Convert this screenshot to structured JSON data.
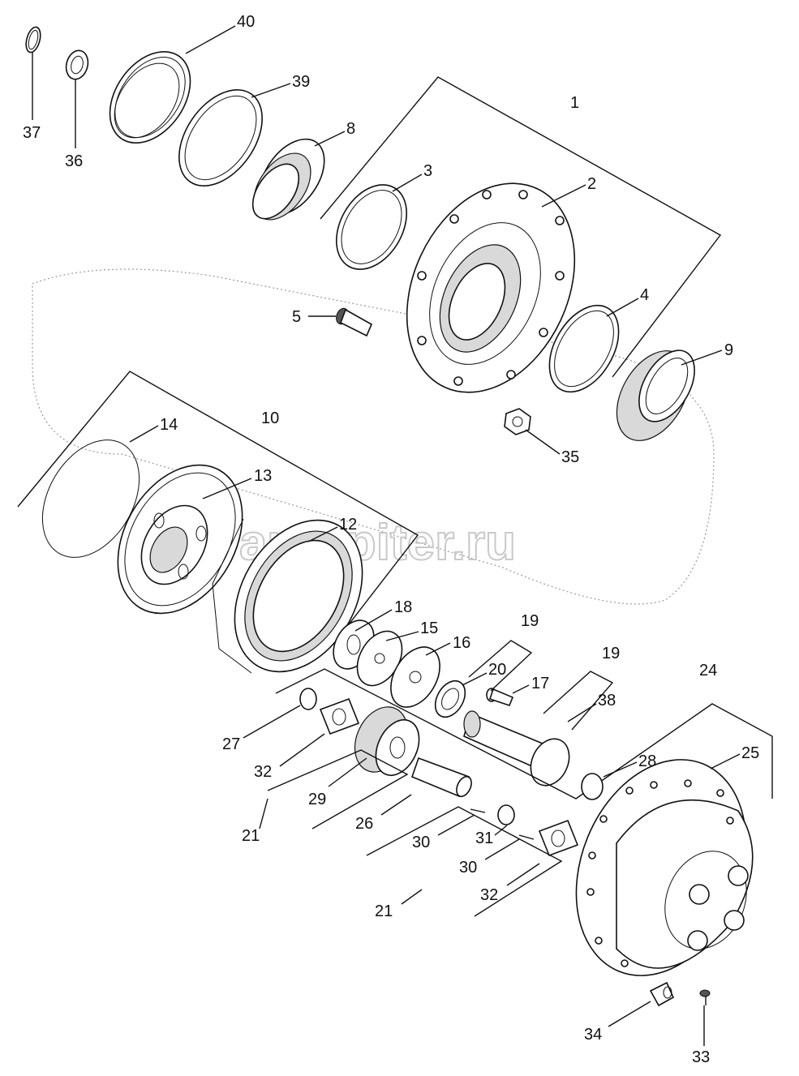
{
  "diagram": {
    "title": "Exploded parts diagram - planetary final drive wheel hub",
    "watermark": "autopiter.ru",
    "callouts": [
      {
        "id": "c40",
        "number": "40"
      },
      {
        "id": "c39",
        "number": "39"
      },
      {
        "id": "c37",
        "number": "37"
      },
      {
        "id": "c36",
        "number": "36"
      },
      {
        "id": "c8",
        "number": "8"
      },
      {
        "id": "c1",
        "number": "1"
      },
      {
        "id": "c3",
        "number": "3"
      },
      {
        "id": "c2",
        "number": "2"
      },
      {
        "id": "c5",
        "number": "5"
      },
      {
        "id": "c4",
        "number": "4"
      },
      {
        "id": "c9",
        "number": "9"
      },
      {
        "id": "c35",
        "number": "35"
      },
      {
        "id": "c14",
        "number": "14"
      },
      {
        "id": "c10",
        "number": "10"
      },
      {
        "id": "c13",
        "number": "13"
      },
      {
        "id": "c12",
        "number": "12"
      },
      {
        "id": "c18",
        "number": "18"
      },
      {
        "id": "c15",
        "number": "15"
      },
      {
        "id": "c19a",
        "number": "19"
      },
      {
        "id": "c16",
        "number": "16"
      },
      {
        "id": "c20",
        "number": "20"
      },
      {
        "id": "c19b",
        "number": "19"
      },
      {
        "id": "c17",
        "number": "17"
      },
      {
        "id": "c38",
        "number": "38"
      },
      {
        "id": "c24",
        "number": "24"
      },
      {
        "id": "c27",
        "number": "27"
      },
      {
        "id": "c32a",
        "number": "32"
      },
      {
        "id": "c29",
        "number": "29"
      },
      {
        "id": "c28",
        "number": "28"
      },
      {
        "id": "c25",
        "number": "25"
      },
      {
        "id": "c21a",
        "number": "21"
      },
      {
        "id": "c26",
        "number": "26"
      },
      {
        "id": "c30a",
        "number": "30"
      },
      {
        "id": "c31",
        "number": "31"
      },
      {
        "id": "c30b",
        "number": "30"
      },
      {
        "id": "c32b",
        "number": "32"
      },
      {
        "id": "c21b",
        "number": "21"
      },
      {
        "id": "c34",
        "number": "34"
      },
      {
        "id": "c33",
        "number": "33"
      }
    ]
  }
}
